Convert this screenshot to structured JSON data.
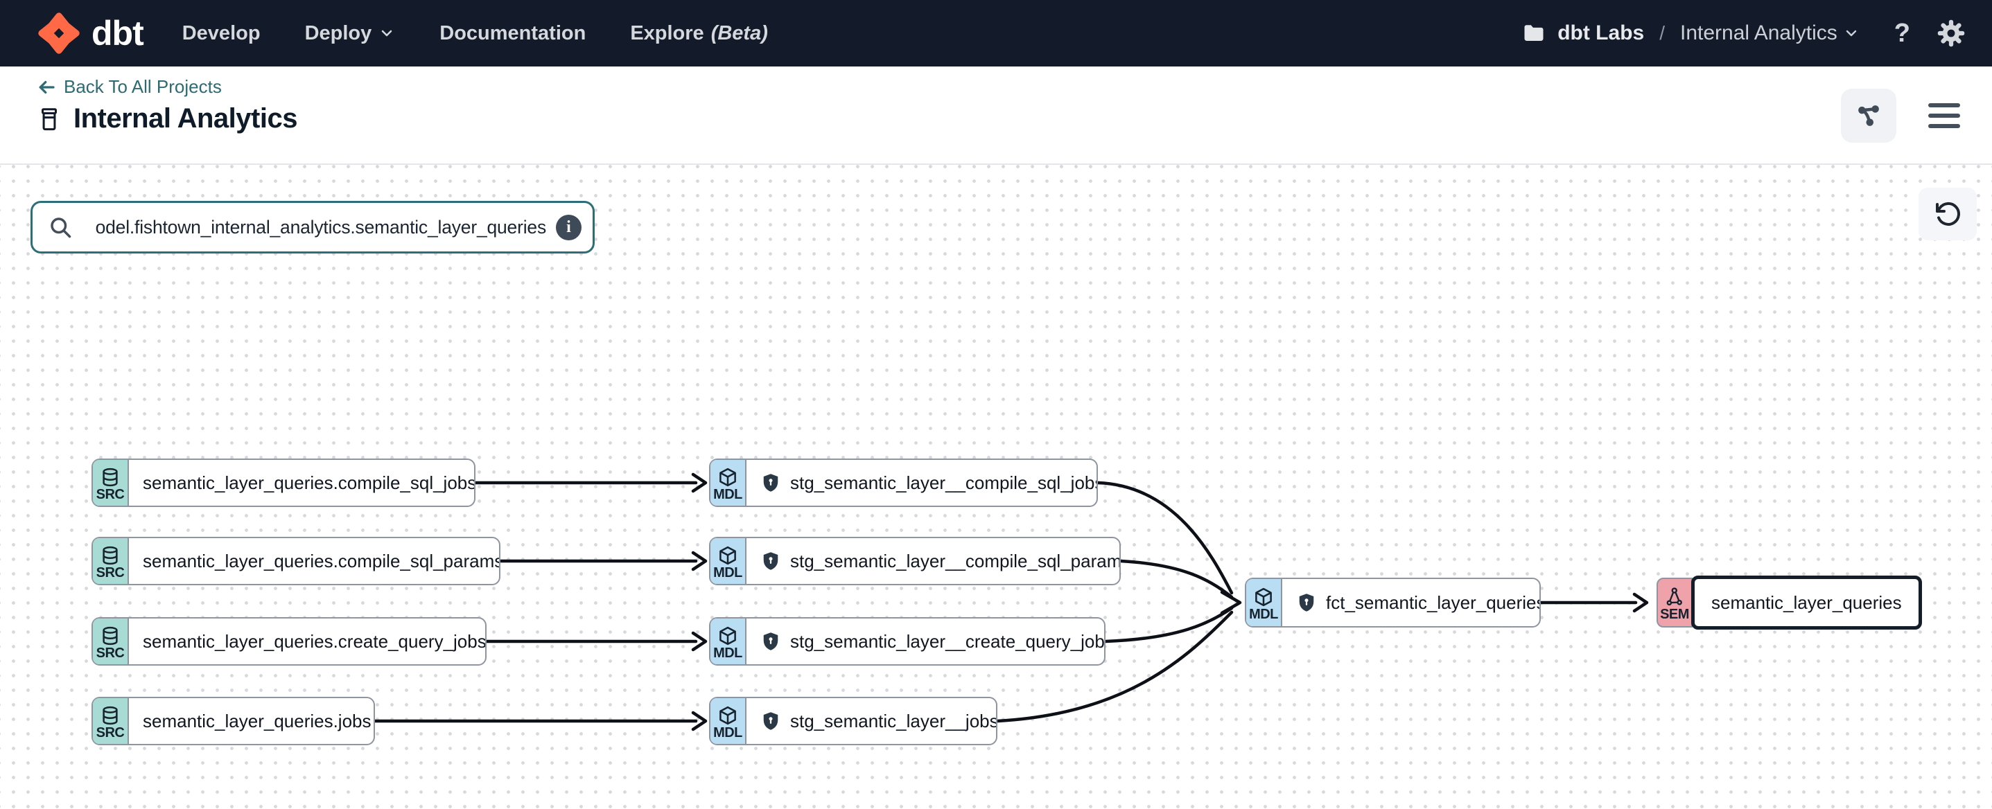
{
  "nav": {
    "brand": "dbt",
    "items": [
      {
        "label": "Develop"
      },
      {
        "label": "Deploy",
        "has_menu": true
      },
      {
        "label": "Documentation"
      },
      {
        "label": "Explore",
        "suffix": "(Beta)"
      }
    ],
    "account": "dbt Labs",
    "separator": "/",
    "project": "Internal Analytics",
    "help_label": "?"
  },
  "header": {
    "back_link": "Back To All Projects",
    "title": "Internal Analytics"
  },
  "canvas": {
    "search_value": "odel.fishtown_internal_analytics.semantic_layer_queries",
    "info_label": "i"
  },
  "graph": {
    "source_nodes": [
      {
        "badge": "SRC",
        "label": "semantic_layer_queries.compile_sql_jobs"
      },
      {
        "badge": "SRC",
        "label": "semantic_layer_queries.compile_sql_params"
      },
      {
        "badge": "SRC",
        "label": "semantic_layer_queries.create_query_jobs"
      },
      {
        "badge": "SRC",
        "label": "semantic_layer_queries.jobs"
      }
    ],
    "staging_nodes": [
      {
        "badge": "MDL",
        "label": "stg_semantic_layer__compile_sql_jobs"
      },
      {
        "badge": "MDL",
        "label": "stg_semantic_layer__compile_sql_params"
      },
      {
        "badge": "MDL",
        "label": "stg_semantic_layer__create_query_jobs"
      },
      {
        "badge": "MDL",
        "label": "stg_semantic_layer__jobs"
      }
    ],
    "fct_node": {
      "badge": "MDL",
      "label": "fct_semantic_layer_queries"
    },
    "semantic_node": {
      "badge": "SEM",
      "label": "semantic_layer_queries",
      "selected": true
    }
  },
  "colors": {
    "nav_bg": "#131a29",
    "brand_orange": "#ff6946",
    "link_teal": "#2d6b74",
    "search_border": "#2e6f77",
    "src_badge": "#a8dbd4",
    "mdl_badge": "#b9ddf3",
    "sem_badge": "#f0a2ab",
    "selected_border": "#141e2b",
    "edge": "#0d1117",
    "spellcheck_underline": "#e2604e"
  }
}
